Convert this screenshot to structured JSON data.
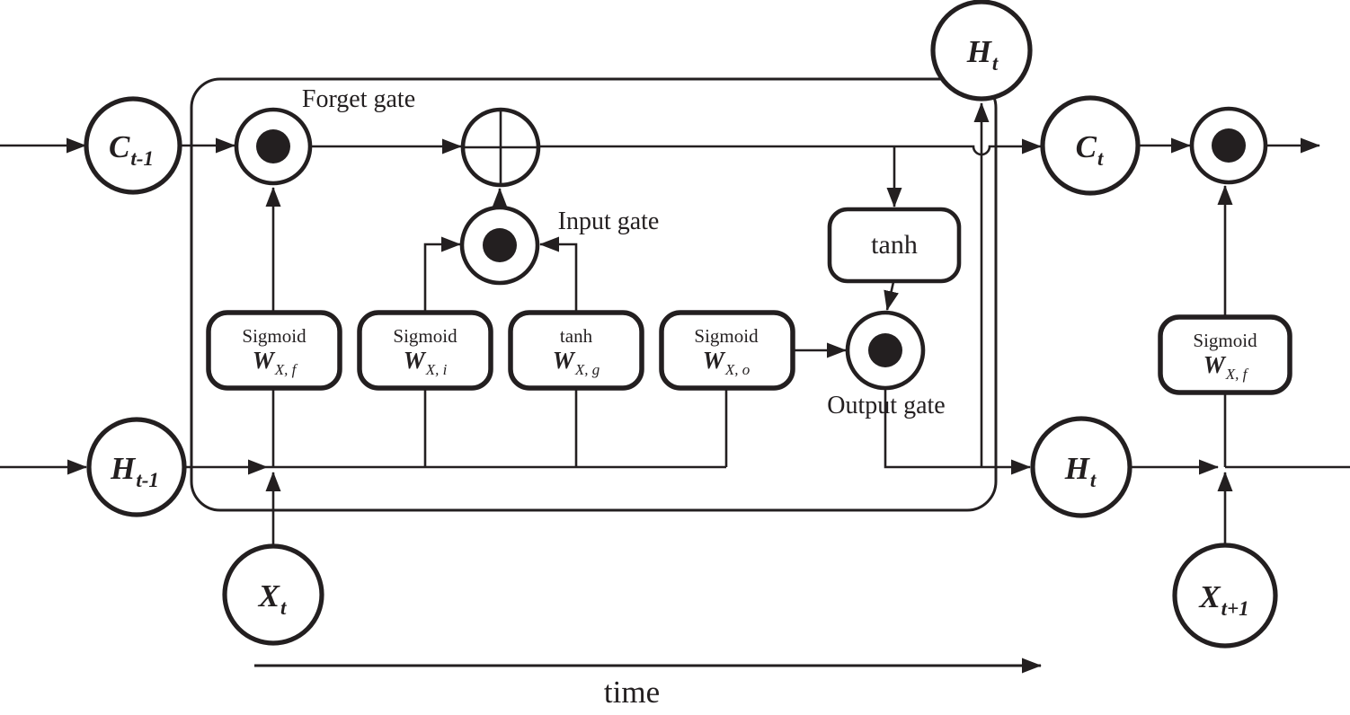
{
  "diagram": {
    "type": "lstm-cell-diagram",
    "ink_color": "#231f20",
    "background_color": "#ffffff",
    "nodes": {
      "c_prev": {
        "main": "C",
        "sub": "t-1"
      },
      "h_prev": {
        "main": "H",
        "sub": "t-1"
      },
      "x_t": {
        "main": "X",
        "sub": "t"
      },
      "h_t_top": {
        "main": "H",
        "sub": "t"
      },
      "c_t": {
        "main": "C",
        "sub": "t"
      },
      "h_t_right": {
        "main": "H",
        "sub": "t"
      },
      "x_next": {
        "main": "X",
        "sub": "t+1"
      }
    },
    "gate_labels": {
      "forget": "Forget gate",
      "input": "Input gate",
      "output": "Output gate"
    },
    "tanh_box": {
      "label": "tanh"
    },
    "weight_boxes": [
      {
        "activation": "Sigmoid",
        "w_main": "W",
        "w_sub": "X, f"
      },
      {
        "activation": "Sigmoid",
        "w_main": "W",
        "w_sub": "X, i"
      },
      {
        "activation": "tanh",
        "w_main": "W",
        "w_sub": "X, g"
      },
      {
        "activation": "Sigmoid",
        "w_main": "W",
        "w_sub": "X, o"
      },
      {
        "activation": "Sigmoid",
        "w_main": "W",
        "w_sub": "X, f"
      }
    ],
    "time_label": "time"
  }
}
